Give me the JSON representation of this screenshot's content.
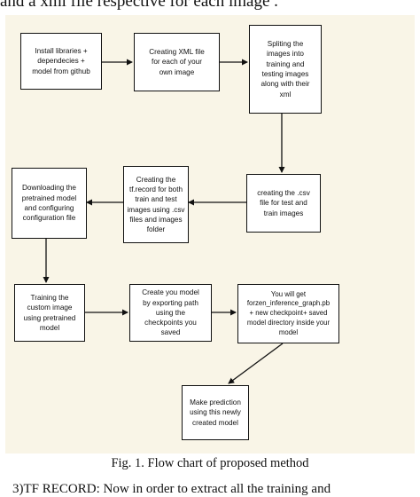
{
  "header_fragment": "and a xml file respective for each image .",
  "diagram": {
    "nodes": {
      "install": "Install libraries +\ndependecies +\nmodel from github",
      "xml": "Creating XML file\nfor each of your\nown image",
      "split": "Spliting the\nimages into\ntraining and\ntesting images\nalong with their\nxml",
      "download": "Downloading the\npretrained model\nand configuring\nconfiguration file",
      "tfrecord": "Creating the\ntf.record for both\ntrain and test\nimages using .csv\nfiles and images\nfolder",
      "csv": "creating the .csv\nfile for test and\ntrain images",
      "train": "Training the\ncustom image\nusing pretrained\nmodel",
      "export": "Create you model\nby exporting path\nusing the\ncheckpoints you\nsaved",
      "result": "You will get\nforzen_inference_graph.pb\n+ new checkpoint+ saved\nmodel directory inside your\nmodel",
      "predict": "Make prediction\nusing this newly\ncreated model"
    }
  },
  "caption": "Fig. 1. Flow chart of proposed method",
  "footer_fragment": "3)TF RECORD: Now in order to extract all the training and"
}
